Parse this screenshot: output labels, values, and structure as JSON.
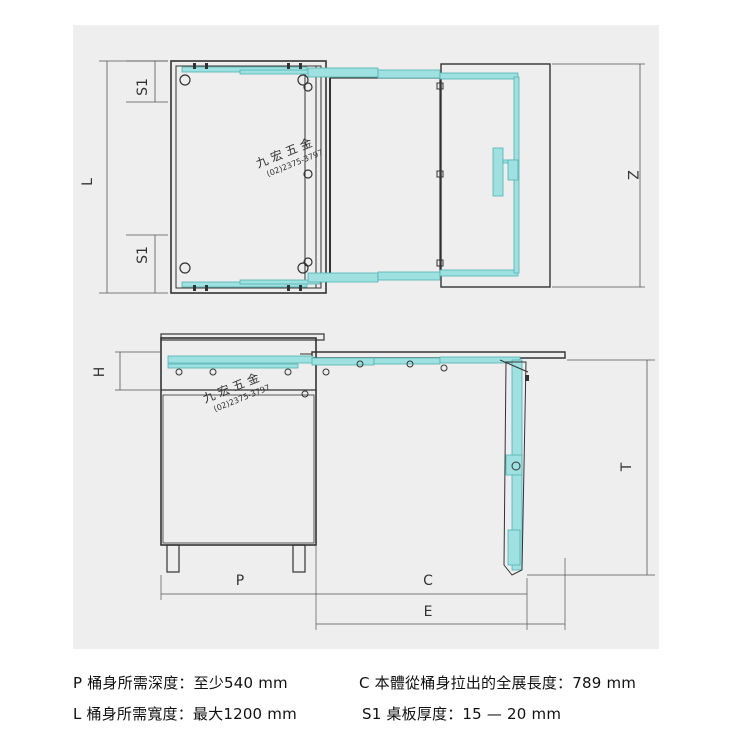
{
  "labels": {
    "L": "L",
    "S1": "S1",
    "Z": "Z",
    "H": "H",
    "T": "T",
    "P": "P",
    "C": "C",
    "E": "E"
  },
  "watermark": {
    "name": "九 宏 五 金",
    "phone": "(02)2375-3797"
  },
  "specs": [
    "P 桶身所需深度：至少540 mm",
    "C  本體從桶身拉出的全展長度：789 mm",
    "L 桶身所需寬度：最大1200 mm",
    "S1 桌板厚度：15 — 20 mm"
  ],
  "colors": {
    "panel": "#eeeeee",
    "line": "#333333",
    "dim_line": "#555555",
    "slide": "#7fd6d6",
    "slide_dark": "#4fb3b3"
  }
}
